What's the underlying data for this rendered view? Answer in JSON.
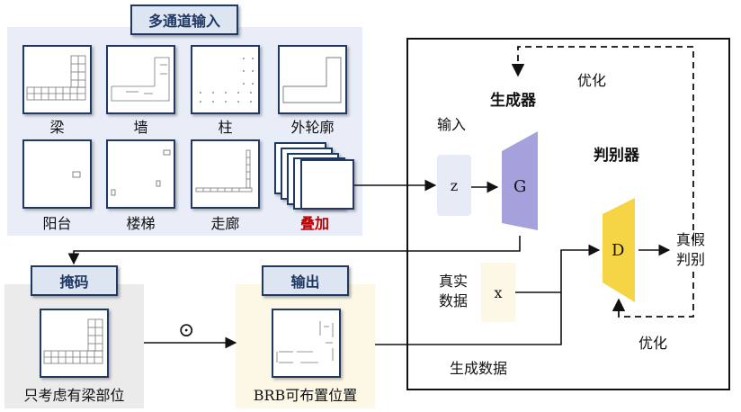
{
  "input_panel": {
    "title": "多通道输入",
    "channels": [
      "梁",
      "墙",
      "柱",
      "外轮廓",
      "阳台",
      "楼梯",
      "走廊"
    ],
    "stack_label": "叠加"
  },
  "mask_panel": {
    "title": "掩码",
    "caption": "只考虑有梁部位"
  },
  "op_symbol": "⊙",
  "output_panel": {
    "title": "输出",
    "caption": "BRB可布置位置"
  },
  "gan": {
    "generator_title": "生成器",
    "input_label": "输入",
    "z_label": "z",
    "g_label": "G",
    "discriminator_title": "判别器",
    "d_label": "D",
    "real_data_label": "真实\n数据",
    "x_label": "x",
    "generated_data_label": "生成数据",
    "verdict_label": "真假\n判别",
    "optimize_top": "优化",
    "optimize_bottom": "优化"
  },
  "colors": {
    "frame": "#1f3864",
    "generator": "#9b97d8",
    "discriminator": "#f5d33a",
    "highlight": "#c00000"
  }
}
